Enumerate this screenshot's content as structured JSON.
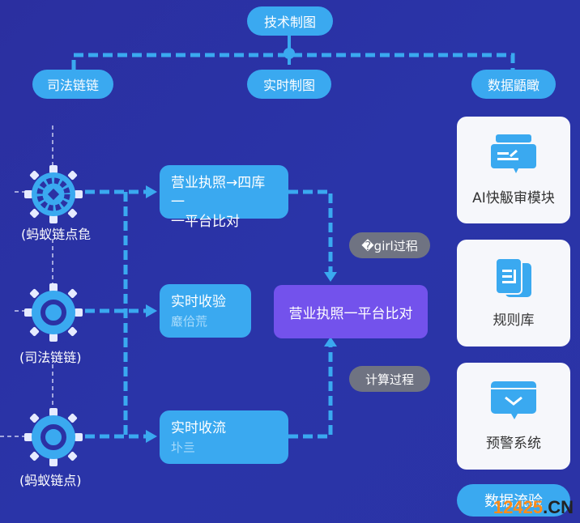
{
  "top": {
    "root_label": "技术制图",
    "branches": [
      "司法链链",
      "实时制图",
      "数据鼯瞰"
    ]
  },
  "nodes": [
    {
      "label": "(蚂蚁链点㲋",
      "icon": "gear-wheel-icon"
    },
    {
      "label": "(司法链链)",
      "icon": "gear-target-icon"
    },
    {
      "label": "(蚂蚁链点)",
      "icon": "gear-target-icon"
    }
  ],
  "process_boxes": [
    {
      "title": "营业执照→四库一",
      "title2": "一平台比对",
      "sub": ""
    },
    {
      "title": "实时收验",
      "sub": "黀佮荒"
    },
    {
      "title": "实时收流",
      "sub": "圤亖"
    }
  ],
  "center_box": {
    "label": "营业执照一平台比对"
  },
  "tags": {
    "upper": "�girl过稆",
    "lower": "计算过程"
  },
  "side_cards": [
    {
      "label": "AI快觙审模块",
      "icon": "chat-bubble-icon"
    },
    {
      "label": "规则库",
      "icon": "document-icon"
    },
    {
      "label": "预警系统",
      "icon": "alert-message-icon"
    }
  ],
  "bottom_pill": {
    "label": "数据流验"
  },
  "watermark": {
    "num": "12425",
    "suffix": ".CN"
  },
  "colors": {
    "background": "#2b31a4",
    "accent_blue": "#3aa9f0",
    "purple": "#7352ec",
    "grey_tag": "#6f7382",
    "card": "#f6f7fb"
  }
}
